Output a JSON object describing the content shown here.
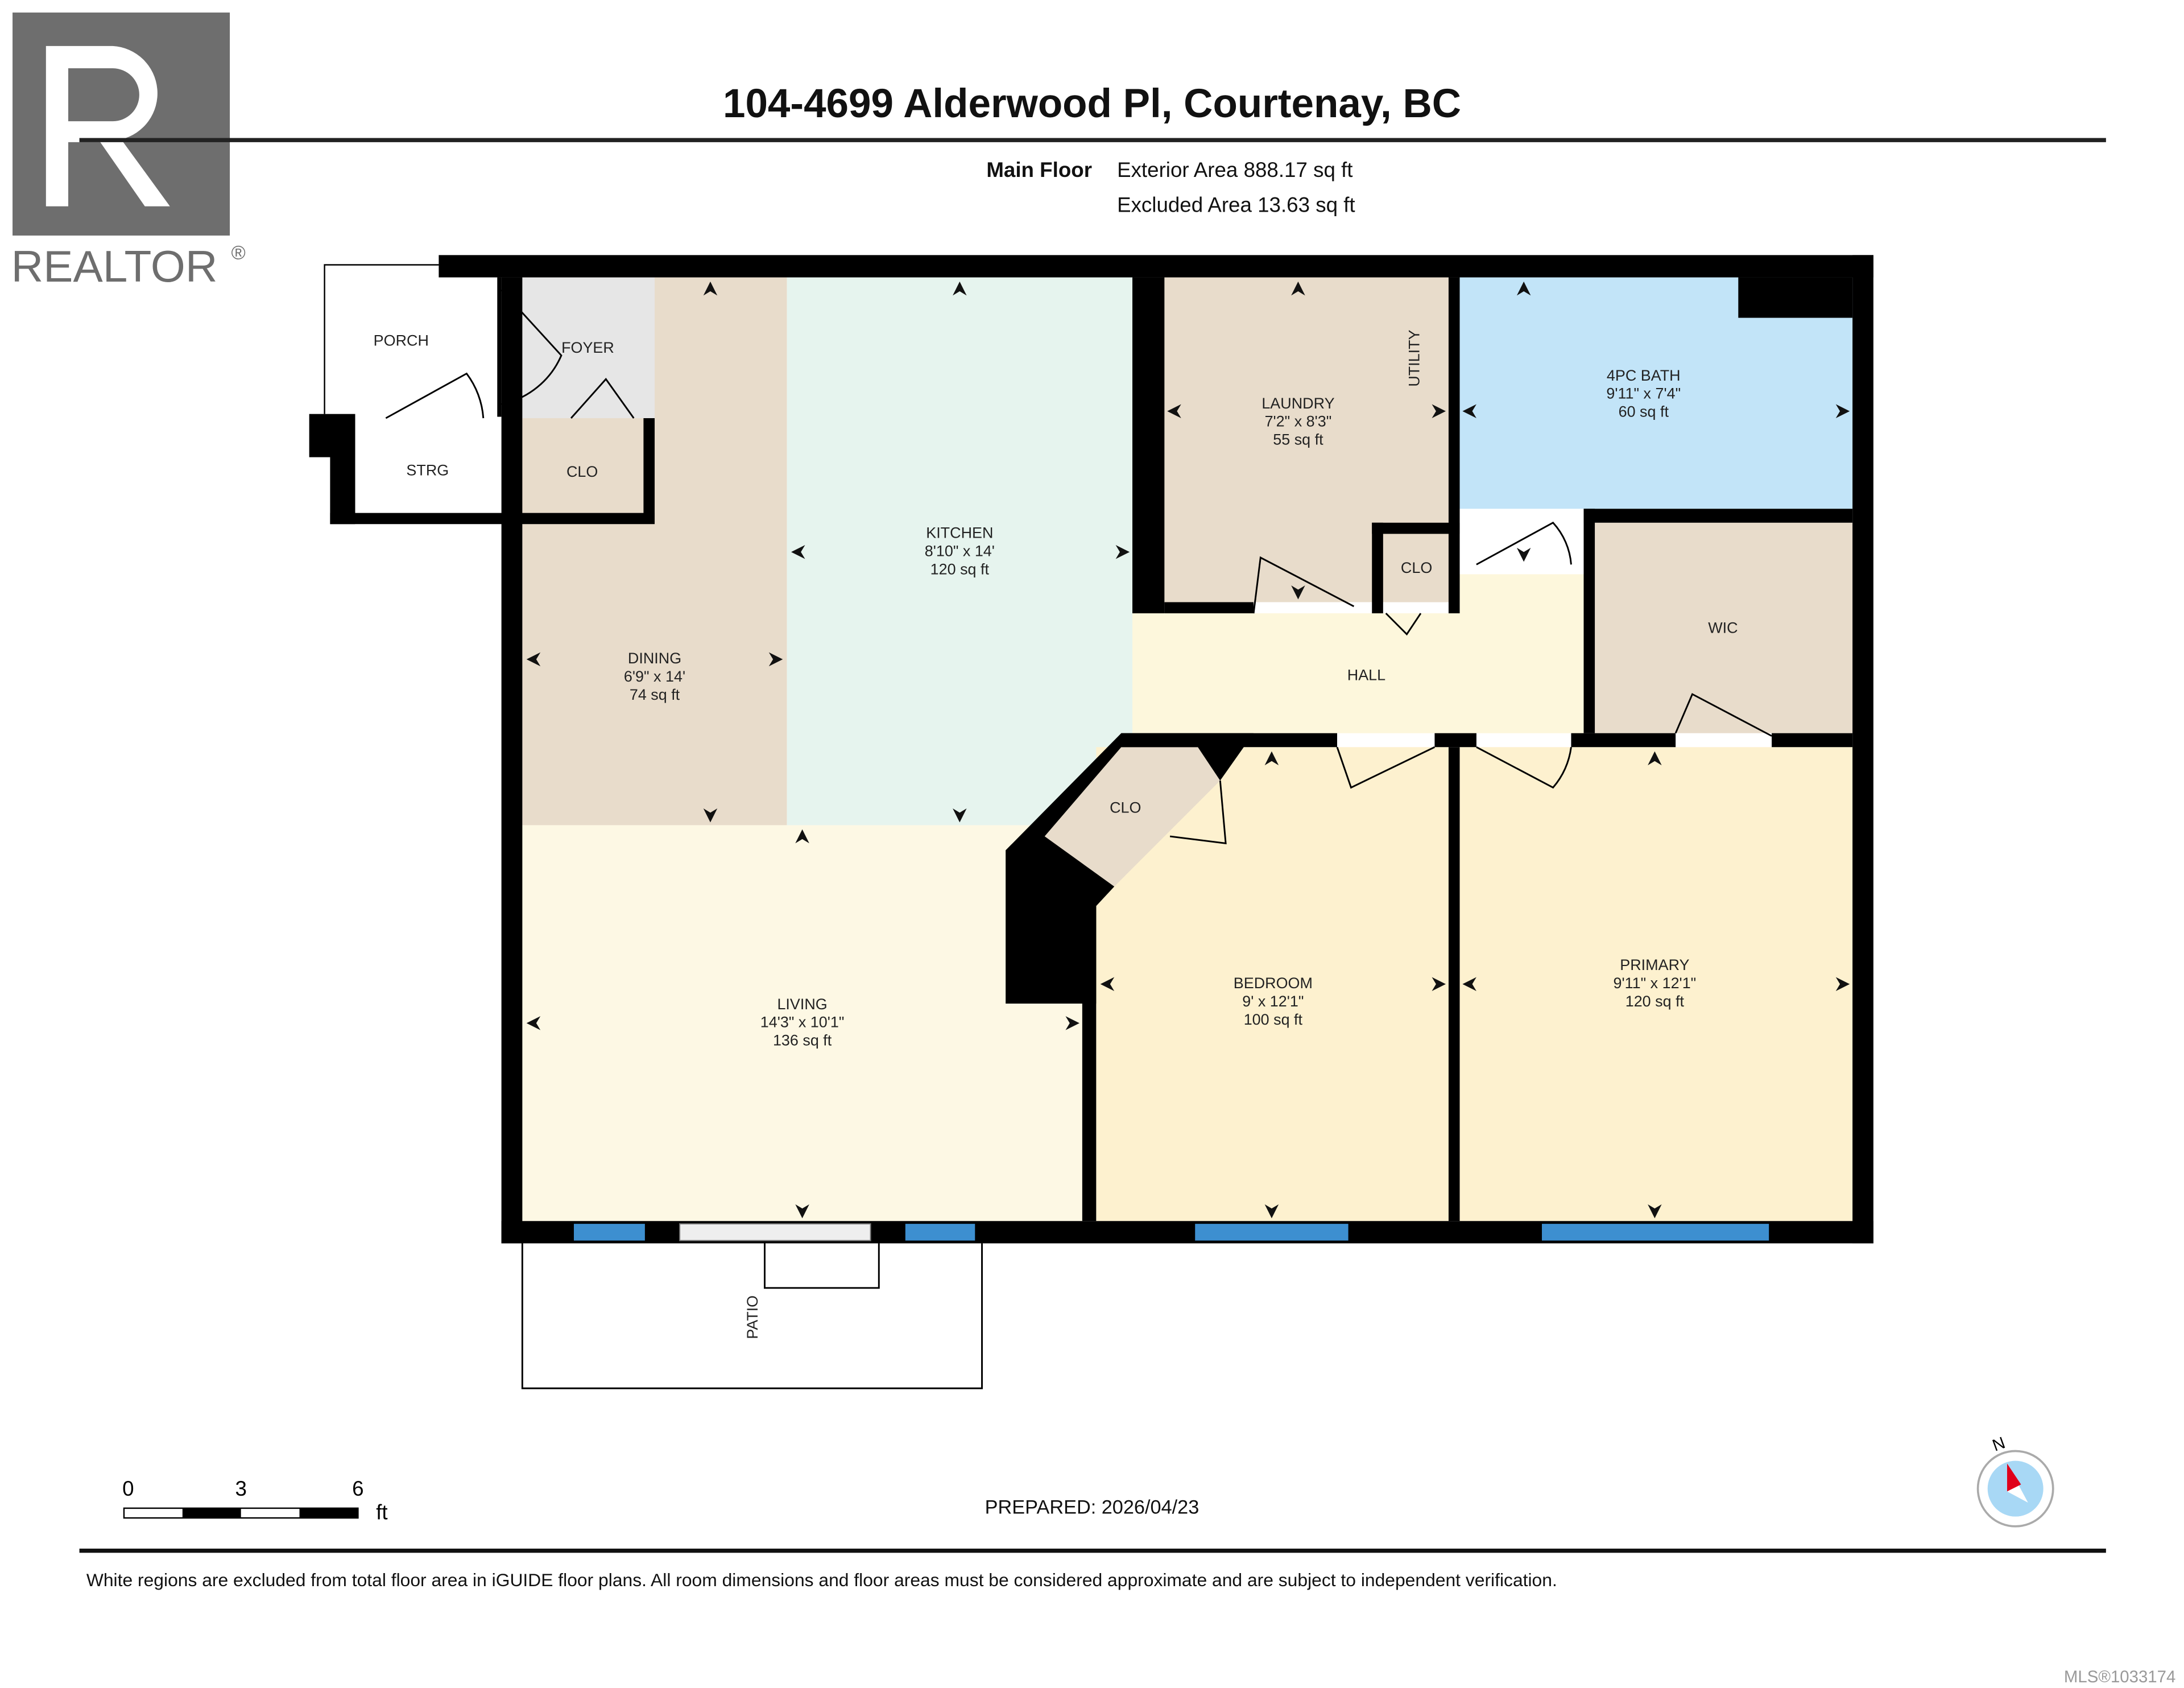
{
  "header": {
    "title": "104-4699 Alderwood Pl, Courtenay, BC",
    "floor_label": "Main Floor",
    "exterior_area": "Exterior Area 888.17 sq ft",
    "excluded_area": "Excluded Area 13.63 sq ft"
  },
  "logo": {
    "text": "REALTOR",
    "mark": "®"
  },
  "colors": {
    "wall": "#000000",
    "beige_room": "#e8dccb",
    "kitchen": "#e6f4ee",
    "bath": "#c2e4f8",
    "living": "#fdf8e4",
    "bedroom": "#fdf1cf",
    "hall": "#fdf7dc",
    "foyer": "#e6e6e6",
    "window": "#3d8fd0",
    "compass_red": "#e0001a",
    "compass_blue": "#a8d8f5"
  },
  "rooms": {
    "porch": {
      "name": "PORCH"
    },
    "foyer": {
      "name": "FOYER"
    },
    "strg": {
      "name": "STRG"
    },
    "clo_foyer": {
      "name": "CLO"
    },
    "dining": {
      "name": "DINING",
      "dims": "6'9\" x 14'",
      "area": "74 sq ft"
    },
    "kitchen": {
      "name": "KITCHEN",
      "dims": "8'10\" x 14'",
      "area": "120 sq ft"
    },
    "laundry": {
      "name": "LAUNDRY",
      "dims": "7'2\" x 8'3\"",
      "area": "55 sq ft"
    },
    "utility": {
      "name": "UTILITY"
    },
    "bath": {
      "name": "4PC BATH",
      "dims": "9'11\" x 7'4\"",
      "area": "60 sq ft"
    },
    "clo_hall": {
      "name": "CLO"
    },
    "wic": {
      "name": "WIC"
    },
    "hall": {
      "name": "HALL"
    },
    "clo_bedroom": {
      "name": "CLO"
    },
    "living": {
      "name": "LIVING",
      "dims": "14'3\" x 10'1\"",
      "area": "136 sq ft"
    },
    "bedroom": {
      "name": "BEDROOM",
      "dims": "9' x 12'1\"",
      "area": "100 sq ft"
    },
    "primary": {
      "name": "PRIMARY",
      "dims": "9'11\" x 12'1\"",
      "area": "120 sq ft"
    },
    "patio": {
      "name": "PATIO"
    }
  },
  "scale_bar": {
    "ticks": [
      "0",
      "3",
      "6"
    ],
    "unit": "ft"
  },
  "compass": {
    "label": "N"
  },
  "prepared": "PREPARED: 2026/04/23",
  "disclaimer": "White regions are excluded from total floor area in iGUIDE floor plans. All room dimensions and floor areas must be considered approximate and are subject to independent verification.",
  "mls": "MLS®1033174"
}
